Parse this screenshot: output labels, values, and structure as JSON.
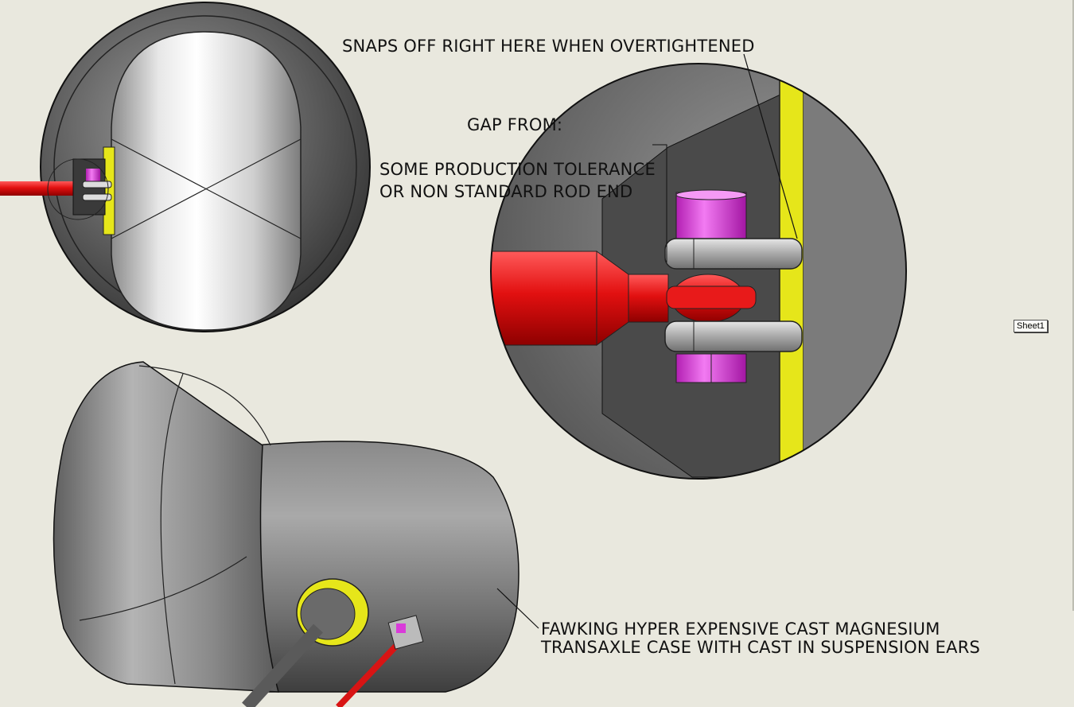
{
  "notes": {
    "snaps": "SNAPS OFF RIGHT HERE WHEN OVERTIGHTENED",
    "gap_from": "GAP FROM:",
    "tolerance_line1": "SOME PRODUCTION TOLERANCE",
    "tolerance_line2": "OR NON STANDARD ROD END",
    "case_line1": "FAWKING HYPER EXPENSIVE CAST MAGNESIUM",
    "case_line2": "TRANSAXLE CASE WITH CAST IN SUSPENSION EARS"
  },
  "sheet_tab": "Sheet1",
  "colors": {
    "background": "#e9e8de",
    "case_gray": "#6e6e6e",
    "rod_red": "#e01010",
    "spacer_yellow": "#e6e61a",
    "bolt_magenta": "#d93bd9"
  }
}
